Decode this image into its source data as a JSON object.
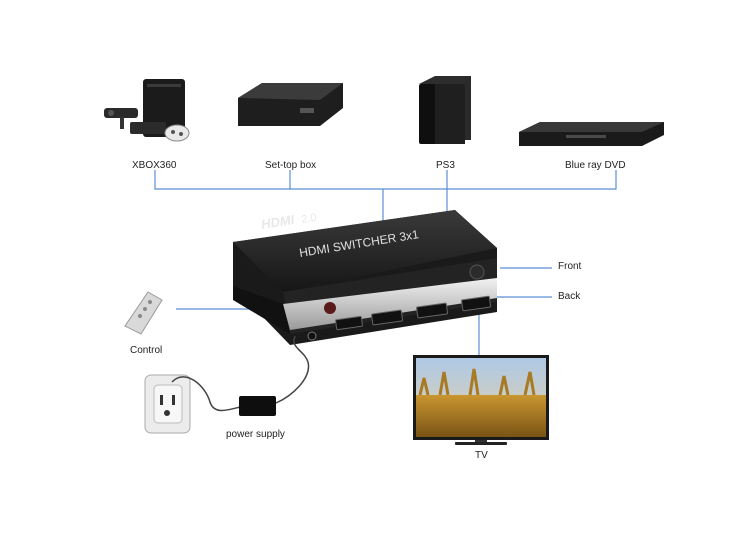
{
  "devices": {
    "xbox": "XBOX360",
    "settop": "Set-top box",
    "ps3": "PS3",
    "bluray": "Blue ray DVD"
  },
  "switcher": {
    "logo": "HDMI",
    "version": "2.0",
    "model": "HDMI SWITCHER 3x1"
  },
  "labels": {
    "front": "Front",
    "back": "Back",
    "control": "Control",
    "power_supply": "power supply",
    "tv": "TV"
  },
  "colors": {
    "connector_line": "#5b8fd6",
    "device_body": "#1c1c1c",
    "switcher_top": "#2a2a2a"
  }
}
